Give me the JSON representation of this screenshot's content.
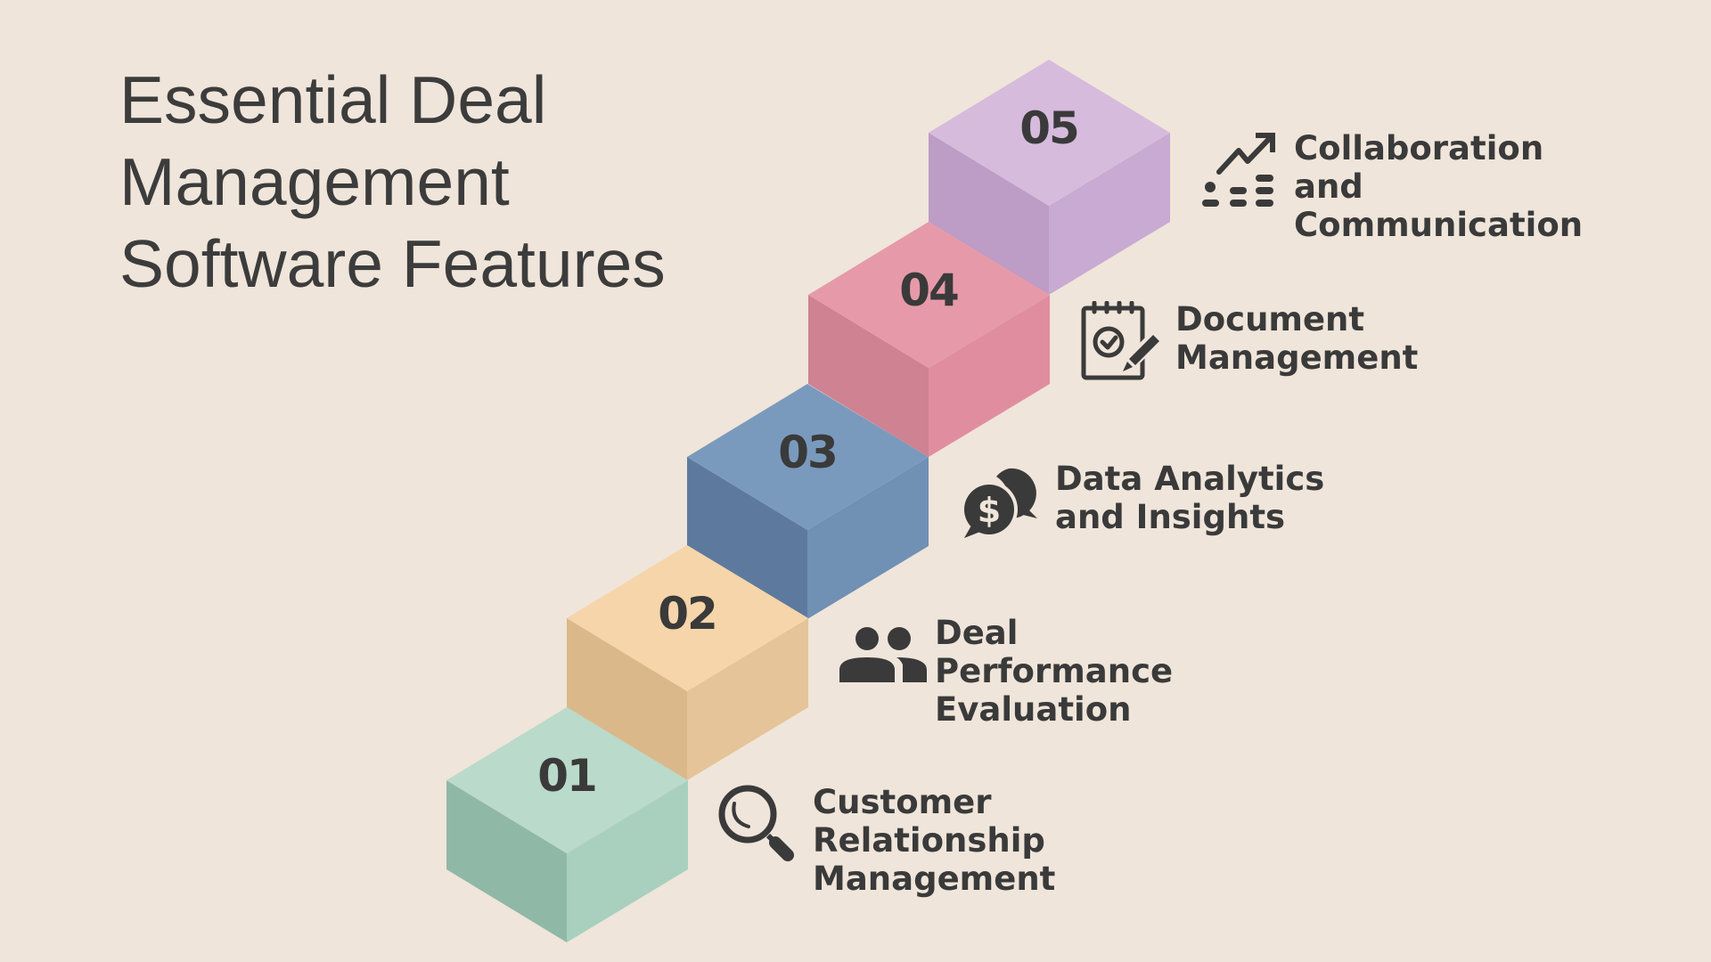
{
  "title": {
    "lines": [
      "Essential Deal",
      "Management",
      "Software Features"
    ]
  },
  "steps": [
    {
      "number": "01",
      "label_lines": [
        "Customer",
        "Relationship",
        "Management"
      ],
      "icon": "magnifying-glass-icon",
      "colors": {
        "top": "#BADACB",
        "left": "#90B8A6",
        "right": "#A9D0BF"
      }
    },
    {
      "number": "02",
      "label_lines": [
        "Deal",
        "Performance",
        "Evaluation"
      ],
      "icon": "people-icon",
      "colors": {
        "top": "#F6D5AA",
        "left": "#DBB88A",
        "right": "#E4C498"
      }
    },
    {
      "number": "03",
      "label_lines": [
        "Data Analytics",
        "and Insights"
      ],
      "icon": "dollar-chat-bubbles-icon",
      "colors": {
        "top": "#7A9ABD",
        "left": "#5D7A9E",
        "right": "#7090B4"
      }
    },
    {
      "number": "04",
      "label_lines": [
        "Document",
        "Management"
      ],
      "icon": "checklist-pencil-icon",
      "colors": {
        "top": "#E69AA9",
        "left": "#CE8292",
        "right": "#E08E9F"
      }
    },
    {
      "number": "05",
      "label_lines": [
        "Collaboration",
        "and",
        "Communication"
      ],
      "icon": "growth-chart-icon",
      "colors": {
        "top": "#D6BBDD",
        "left": "#BD9CC5",
        "right": "#C8AAD2"
      }
    }
  ],
  "theme": {
    "background": "#EFE5DA",
    "text": "#3A3A3A"
  }
}
